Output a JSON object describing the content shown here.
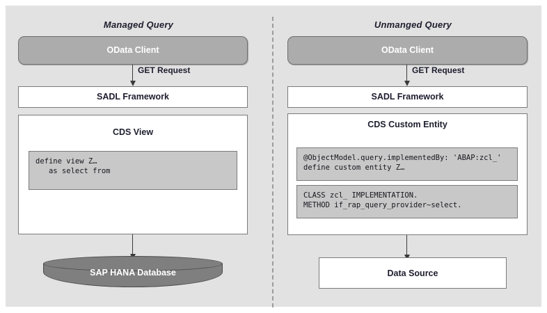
{
  "diagram": {
    "type": "flow-comparison",
    "columns": [
      {
        "id": "managed",
        "title": "Managed Query",
        "nodes": [
          {
            "name": "odata-client",
            "label": "OData Client",
            "shape": "rounded-rect",
            "fill": "#acacac"
          },
          {
            "name": "sadl-framework",
            "label": "SADL Framework",
            "shape": "rect",
            "fill": "#ffffff"
          },
          {
            "name": "cds-view",
            "label": "CDS View",
            "shape": "rect",
            "fill": "#ffffff"
          },
          {
            "name": "sap-hana-database",
            "label": "SAP HANA Database",
            "shape": "cylinder",
            "fill": "#7f7f7f"
          }
        ],
        "code_blocks": [
          {
            "name": "cds-view-code",
            "text": "define view Z…\n   as select from"
          }
        ],
        "arrows": [
          {
            "name": "arrow-client-to-sadl",
            "label": "GET Request"
          },
          {
            "name": "arrow-cdsview-to-hana",
            "label": ""
          }
        ]
      },
      {
        "id": "unmanaged",
        "title": "Unmanged Query",
        "nodes": [
          {
            "name": "odata-client",
            "label": "OData Client",
            "shape": "rounded-rect",
            "fill": "#acacac"
          },
          {
            "name": "sadl-framework",
            "label": "SADL Framework",
            "shape": "rect",
            "fill": "#ffffff"
          },
          {
            "name": "cds-custom-entity",
            "label": "CDS Custom Entity",
            "shape": "rect",
            "fill": "#ffffff"
          },
          {
            "name": "data-source",
            "label": "Data Source",
            "shape": "rect",
            "fill": "#ffffff"
          }
        ],
        "code_blocks": [
          {
            "name": "custom-entity-annotation-code",
            "text": "@ObjectModel.query.implementedBy: 'ABAP:zcl_'\ndefine custom entity Z…"
          },
          {
            "name": "query-provider-class-code",
            "text": "CLASS zcl_ IMPLEMENTATION.\nMETHOD if_rap_query_provider~select."
          }
        ],
        "arrows": [
          {
            "name": "arrow-client-to-sadl",
            "label": "GET Request"
          },
          {
            "name": "arrow-entity-to-datasource",
            "label": ""
          }
        ]
      }
    ],
    "colors": {
      "panel_background": "#e2e2e2",
      "client_fill": "#acacac",
      "code_fill": "#c8c8c8",
      "cylinder_fill": "#7f7f7f",
      "border": "#7a7a7a",
      "text": "#1d1d2e",
      "divider": "#9b9b9b"
    }
  }
}
